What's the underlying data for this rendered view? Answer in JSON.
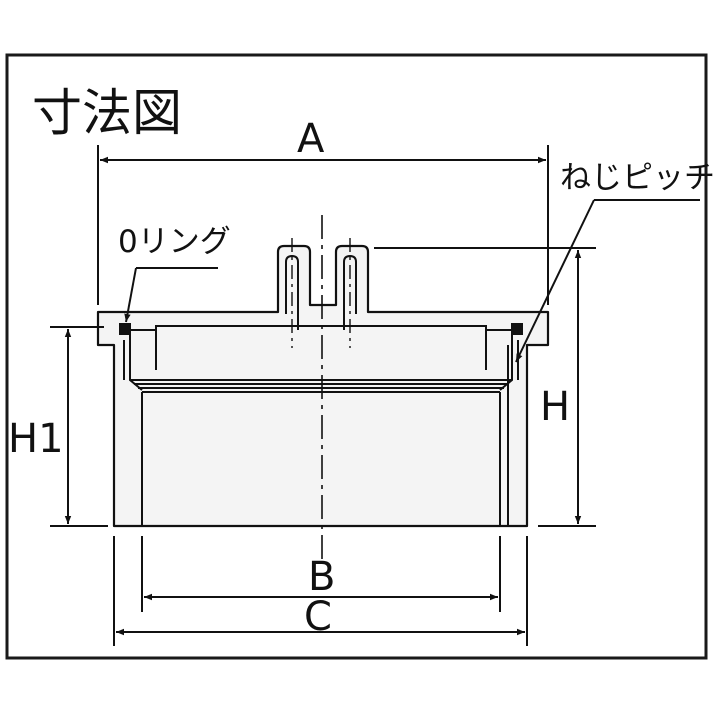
{
  "title": "寸法図",
  "labels": {
    "A": "A",
    "B": "B",
    "C": "C",
    "H": "H",
    "H1": "H1",
    "o_ring": "0リング",
    "thread_pitch": "ねじピッチ"
  },
  "colors": {
    "line": "#111111",
    "body_fill": "#f4f4f4",
    "frame": "#1a1a1a"
  }
}
